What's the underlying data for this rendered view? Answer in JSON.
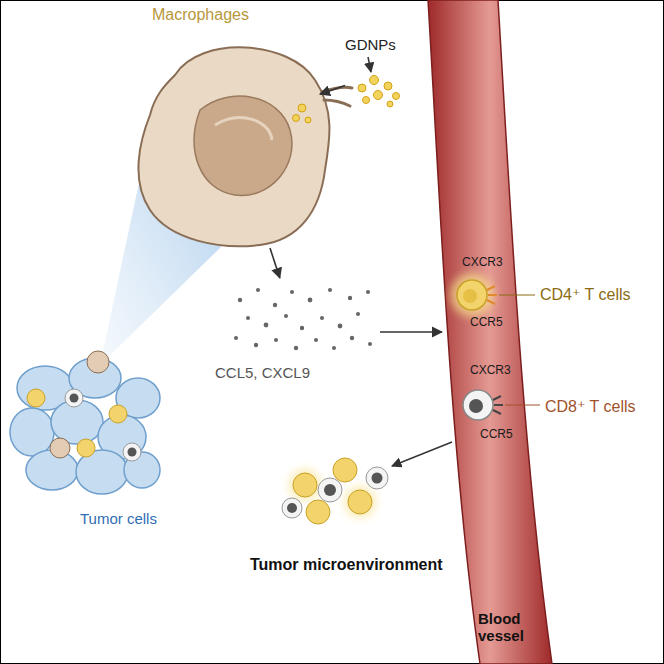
{
  "diagram": {
    "caption": "Tumor microenvironment",
    "nodes": [
      {
        "text": [
          "Macrophages"
        ]
      },
      {
        "text": [
          "GDNPs"
        ]
      },
      {
        "text": [
          "CCL5, CXCL9"
        ]
      },
      {
        "text": [
          "Blood vessel"
        ]
      },
      {
        "text": [
          "CD4⁺ T cells"
        ],
        "in": 3
      },
      {
        "text": [
          "CD8⁺ T cells"
        ],
        "in": 3
      },
      {
        "text": [
          "Tumor cells"
        ]
      }
    ],
    "edges": [
      {
        "from": 1,
        "to": 0,
        "arrow": "to"
      },
      {
        "from": 0,
        "to": 2,
        "arrow": "to"
      },
      {
        "from": 2,
        "to": 3,
        "arrow": "to"
      }
    ],
    "labels": [
      "CXCR3",
      "CCR5",
      "CXCR3",
      "CCR5"
    ]
  }
}
